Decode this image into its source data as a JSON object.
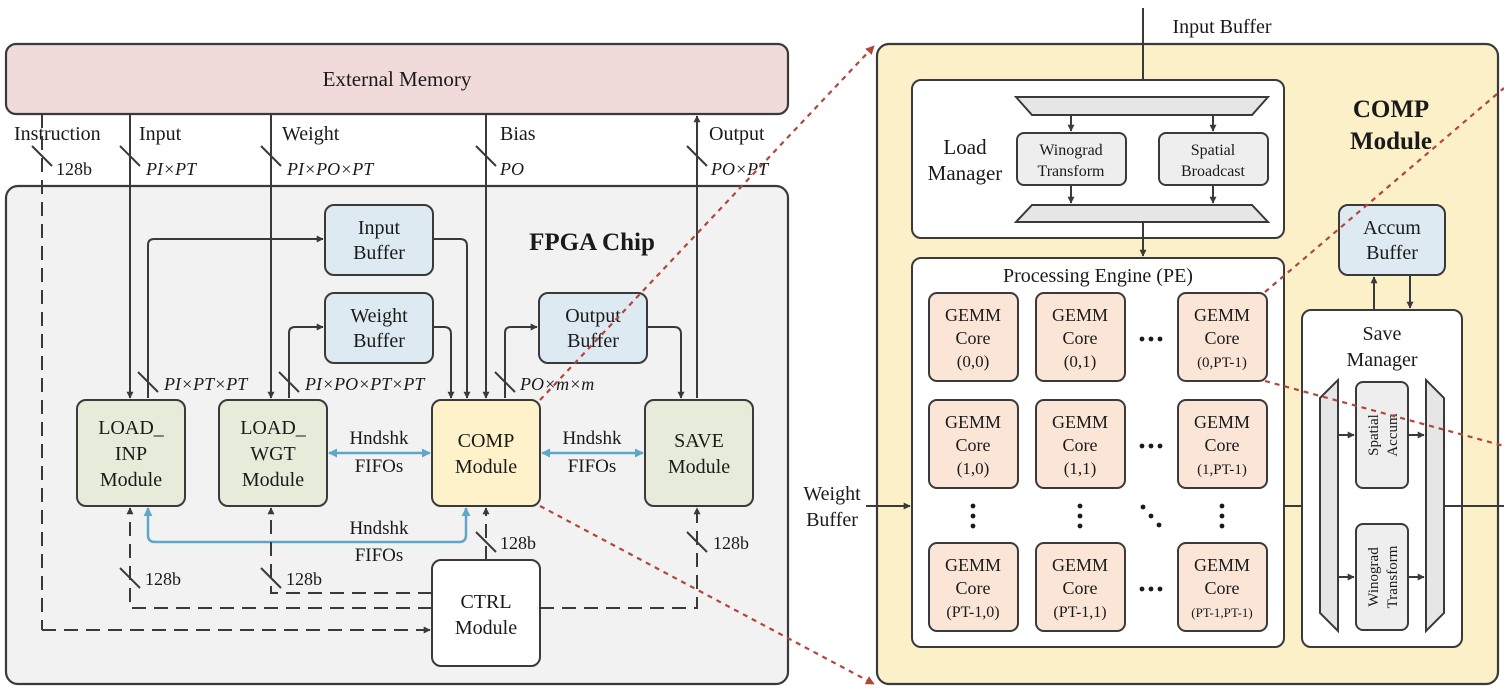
{
  "external_memory": "External Memory",
  "fpga_chip": "FPGA Chip",
  "io_labels": {
    "instruction": "Instruction",
    "input": "Input",
    "weight": "Weight",
    "bias": "Bias",
    "output": "Output"
  },
  "bus_widths": {
    "instruction": "128b",
    "input": "PI×PT",
    "weight": "PI×PO×PT",
    "bias": "PO",
    "output": "PO×PT",
    "load_inp": "PI×PT×PT",
    "load_wgt": "PI×PO×PT×PT",
    "comp_out": "PO×m×m",
    "ctrl_inp": "128b",
    "ctrl_wgt": "128b",
    "ctrl_comp": "128b",
    "ctrl_save": "128b"
  },
  "buffers": {
    "input": [
      "Input",
      "Buffer"
    ],
    "weight": [
      "Weight",
      "Buffer"
    ],
    "output": [
      "Output",
      "Buffer"
    ]
  },
  "modules": {
    "load_inp": [
      "LOAD_",
      "INP",
      "Module"
    ],
    "load_wgt": [
      "LOAD_",
      "WGT",
      "Module"
    ],
    "comp": [
      "COMP",
      "Module"
    ],
    "save": [
      "SAVE",
      "Module"
    ],
    "ctrl": [
      "CTRL",
      "Module"
    ]
  },
  "handshake": [
    "Hndshk",
    "FIFOs"
  ],
  "comp_detail": {
    "title": [
      "COMP",
      "Module"
    ],
    "input_buffer": "Input Buffer",
    "load_manager": [
      "Load",
      "Manager"
    ],
    "winograd_transform": [
      "Winograd",
      "Transform"
    ],
    "spatial_broadcast": [
      "Spatial",
      "Broadcast"
    ],
    "pe_title": "Processing Engine (PE)",
    "gemm_core": [
      "GEMM",
      "Core"
    ],
    "cores": {
      "r0c0": "(0,0)",
      "r0c1": "(0,1)",
      "r0c2": "(0,PT-1)",
      "r1c0": "(1,0)",
      "r1c1": "(1,1)",
      "r1c2": "(1,PT-1)",
      "r2c0": "(PT-1,0)",
      "r2c1": "(PT-1,1)",
      "r2c2": "(PT-1,PT-1)"
    },
    "weight_buffer": [
      "Weight",
      "Buffer"
    ],
    "accum_buffer": [
      "Accum",
      "Buffer"
    ],
    "save_manager": [
      "Save",
      "Manager"
    ],
    "spatial_accum": [
      "Spatial",
      "Accum"
    ],
    "winograd_transform_v": [
      "Winograd",
      "Transform"
    ]
  },
  "colors": {
    "external_memory": "#f0dada",
    "fpga_chip": "#f2f2f2",
    "buffer": "#deeaf1",
    "load_module": "#e6ecd9",
    "comp_module": "#fdf2c9",
    "comp_detail_bg": "#fcf0c8",
    "gemm_core": "#fae5d7",
    "accum_buffer": "#deeaf1",
    "handshake_arrow": "#5fa6c7",
    "zoom_line": "#b0473a"
  }
}
